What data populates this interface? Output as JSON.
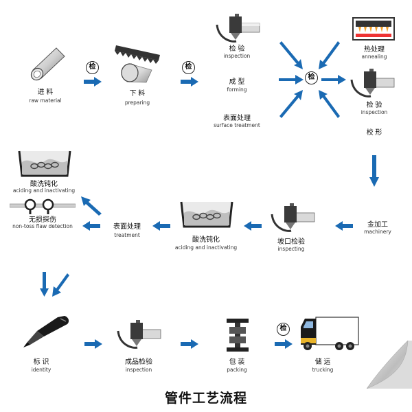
{
  "title": "管件工艺流程",
  "colors": {
    "arrow": "#1a6ab3",
    "metal": "#9a9a9a",
    "dark": "#222222"
  },
  "badge_char": "检",
  "steps": {
    "raw_material": {
      "cn": "进 料",
      "en": "raw material"
    },
    "preparing": {
      "cn": "下 料",
      "en": "preparing"
    },
    "inspection1": {
      "cn": "检 验",
      "en": "inspection"
    },
    "forming": {
      "cn": "成 型",
      "en": "forming"
    },
    "surface1": {
      "cn": "表面处理",
      "en": "surface treatment"
    },
    "annealing": {
      "cn": "热处理",
      "en": "annealing"
    },
    "inspection2": {
      "cn": "检 验",
      "en": "inspection"
    },
    "calibrate": {
      "cn": "校 形",
      "en": ""
    },
    "machinery": {
      "cn": "金加工",
      "en": "machinery"
    },
    "inspecting": {
      "cn": "坡口检验",
      "en": "inspecting"
    },
    "pickling2": {
      "cn": "酸洗钝化",
      "en": "aciding and inactivating"
    },
    "treatment": {
      "cn": "表面处理",
      "en": "treatment"
    },
    "pickling1": {
      "cn": "酸洗钝化",
      "en": "aciding and inactivating"
    },
    "ndt": {
      "cn": "无损探伤",
      "en": "non-toss flaw detection"
    },
    "identity": {
      "cn": "标 识",
      "en": "identity"
    },
    "final_inspection": {
      "cn": "成品检验",
      "en": "inspection"
    },
    "packing": {
      "cn": "包 装",
      "en": "packing"
    },
    "trucking": {
      "cn": "储 运",
      "en": "trucking"
    }
  }
}
